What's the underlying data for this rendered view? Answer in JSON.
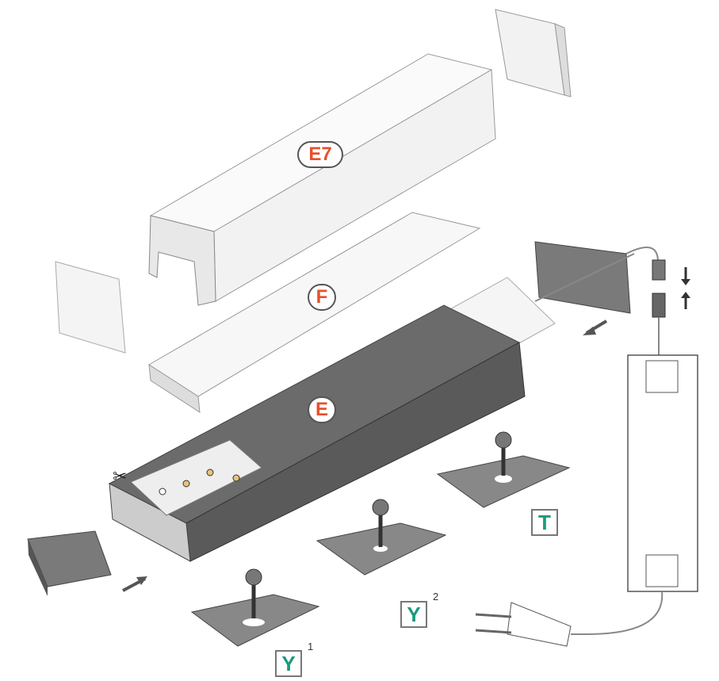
{
  "labels": {
    "cover_e7": "E7",
    "cover_f": "F",
    "cover_e": "E",
    "mount_t": "T",
    "mount_y2": "Y",
    "mount_y2_sup": "2",
    "mount_y1": "Y",
    "mount_y1_sup": "1"
  },
  "colors": {
    "part_label": "#e8502a",
    "mount_label": "#1a9a7e"
  }
}
